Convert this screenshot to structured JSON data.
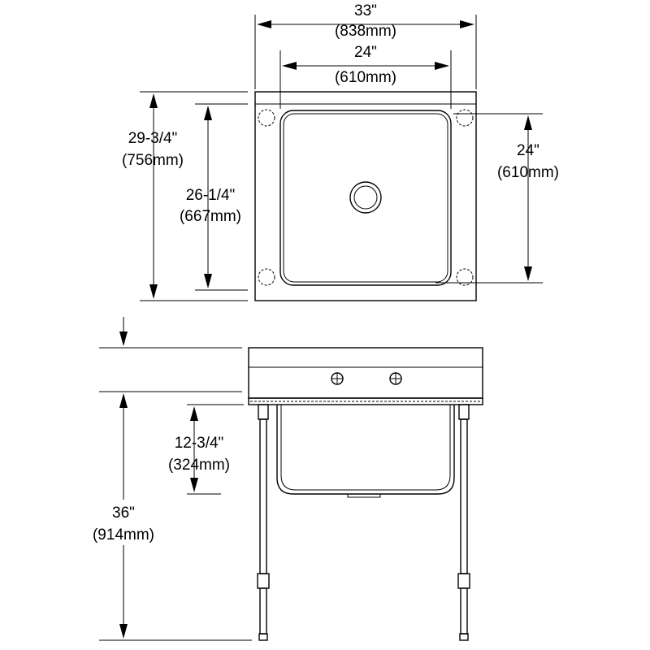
{
  "dimensions": {
    "top_overall_width": {
      "imperial": "33\"",
      "metric": "(838mm)"
    },
    "bowl_width": {
      "imperial": "24\"",
      "metric": "(610mm)"
    },
    "overall_depth": {
      "imperial": "29-3/4\"",
      "metric": "(756mm)"
    },
    "bowl_front_to_back": {
      "imperial": "26-1/4\"",
      "metric": "(667mm)"
    },
    "bowl_depth_right": {
      "imperial": "24\"",
      "metric": "(610mm)"
    },
    "bowl_height": {
      "imperial": "12-3/4\"",
      "metric": "(324mm)"
    },
    "rim_height": {
      "imperial": "36\"",
      "metric": "(914mm)"
    }
  },
  "colors": {
    "line": "#000000",
    "background": "#ffffff"
  }
}
